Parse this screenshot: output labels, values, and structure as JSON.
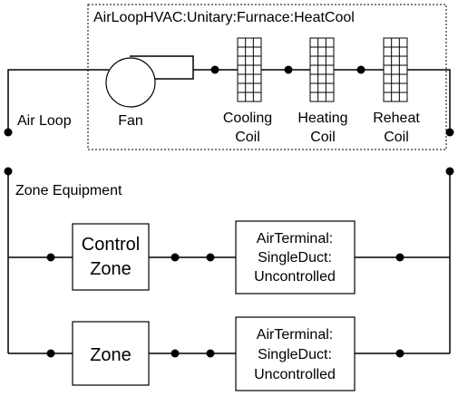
{
  "unitary_label": "AirLoopHVAC:Unitary:Furnace:HeatCool",
  "air_loop_label": "Air Loop",
  "zone_equipment_label": "Zone Equipment",
  "fan_label": "Fan",
  "cooling_coil": [
    "Cooling",
    "Coil"
  ],
  "heating_coil": [
    "Heating",
    "Coil"
  ],
  "reheat_coil": [
    "Reheat",
    "Coil"
  ],
  "control_zone": [
    "Control",
    "Zone"
  ],
  "zone": "Zone",
  "terminal_1": [
    "AirTerminal:",
    "SingleDuct:",
    "Uncontrolled"
  ],
  "terminal_2": [
    "AirTerminal:",
    "SingleDuct:",
    "Uncontrolled"
  ]
}
